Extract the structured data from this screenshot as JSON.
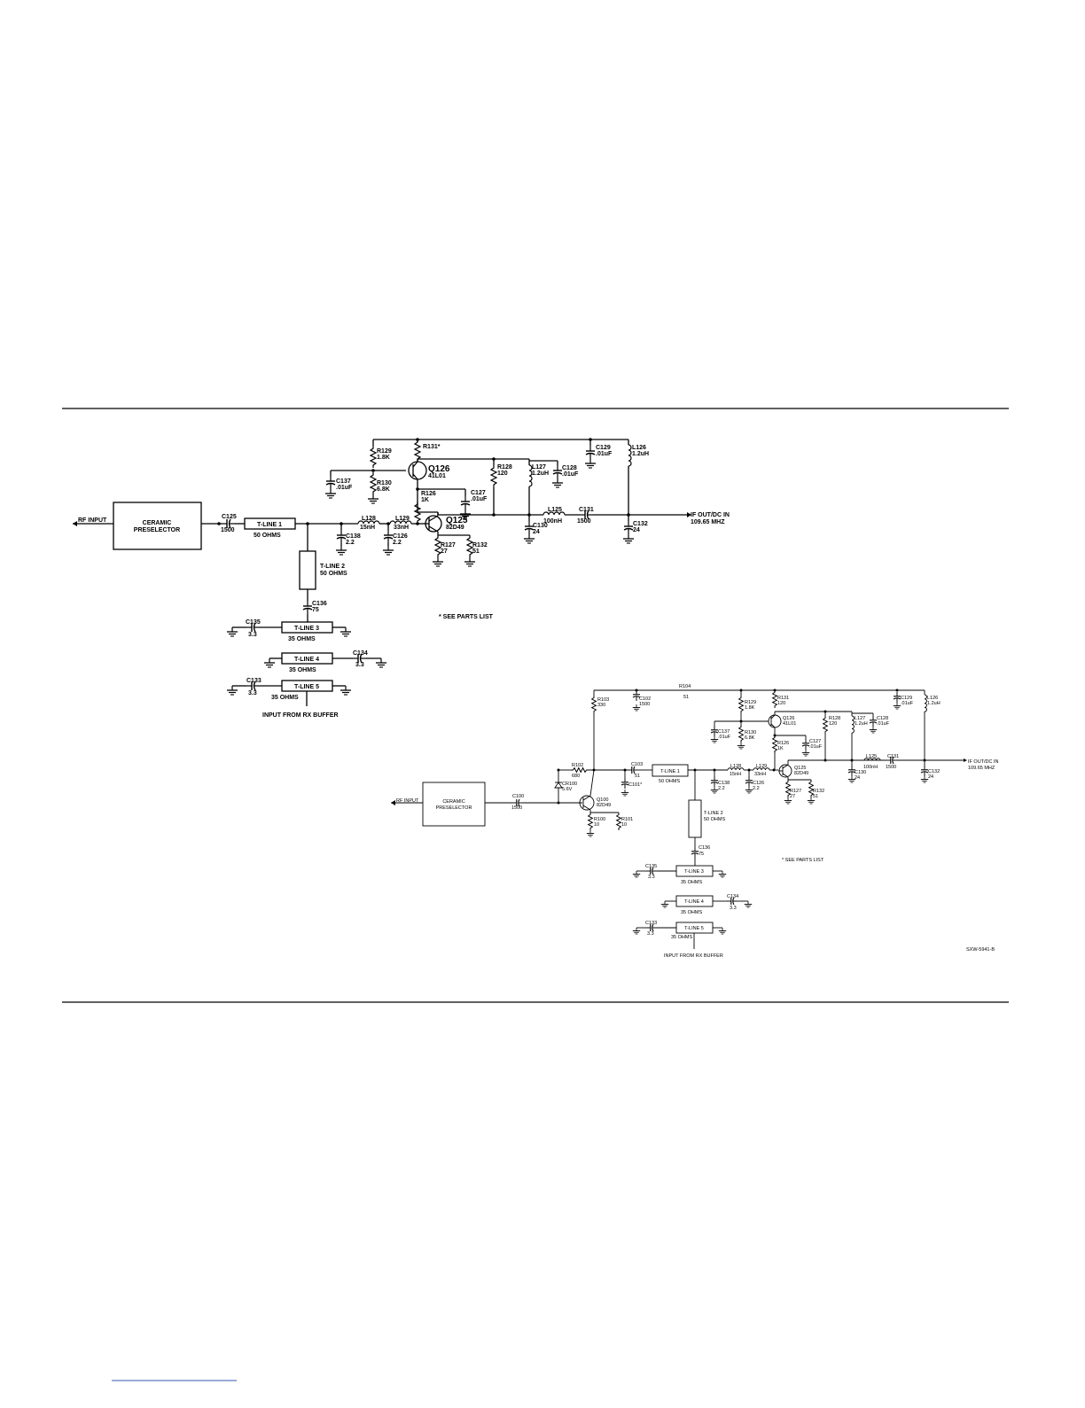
{
  "top": {
    "rf_input": "RF INPUT",
    "preselector": [
      "CERAMIC",
      "PRESELECTOR"
    ],
    "c125": [
      "C125",
      "1500"
    ],
    "tline1": "T-LINE 1",
    "tline1_imp": "50 OHMS",
    "tline2": [
      "T-LINE 2",
      "50 OHMS"
    ],
    "c136": [
      "C136",
      "75"
    ],
    "c135": [
      "C135",
      "3.3"
    ],
    "tline3": "T-LINE 3",
    "tline3_imp": "35 OHMS",
    "tline4": "T-LINE 4",
    "tline4_imp": "35 OHMS",
    "c134": [
      "C134",
      "3.3"
    ],
    "c133": [
      "C133",
      "3.3"
    ],
    "tline5": "T-LINE 5",
    "tline5_imp": "35 OHMS",
    "rx_buffer": "INPUT FROM RX BUFFER",
    "r131": "R131*",
    "r129": [
      "R129",
      "1.8K"
    ],
    "r130": [
      "R130",
      "6.8K"
    ],
    "c137": [
      "C137",
      ".01uF"
    ],
    "q126": "Q126",
    "q126_part": "41L01",
    "r126": [
      "R126",
      "1K"
    ],
    "c127": [
      "C127",
      ".01uF"
    ],
    "r128": [
      "R128",
      "120"
    ],
    "l127": [
      "L127",
      "1.2uH"
    ],
    "c128": [
      "C128",
      ".01uF"
    ],
    "c129": [
      "C129",
      ".01uF"
    ],
    "l126": [
      "L126",
      "1.2uH"
    ],
    "l128": [
      "L128",
      "15nH"
    ],
    "l129": [
      "L129",
      "33nH"
    ],
    "q125": "Q125",
    "q125_part": "82D49",
    "c138": [
      "C138",
      "2.2"
    ],
    "c126": [
      "C126",
      "2.2"
    ],
    "r127": [
      "R127",
      "27"
    ],
    "r132": [
      "R132",
      "51"
    ],
    "l125": [
      "L125",
      "100nH"
    ],
    "c131": [
      "C131",
      "1500"
    ],
    "c130": [
      "C130",
      "24"
    ],
    "c132": [
      "C132",
      "24"
    ],
    "if_out": [
      "IF OUT/DC IN",
      "109.65 MHZ"
    ],
    "note": "* SEE PARTS LIST"
  },
  "bottom": {
    "rf_input": "RF INPUT",
    "preselector": [
      "CERAMIC",
      "PRESELECTOR"
    ],
    "c100": [
      "C100",
      "1500"
    ],
    "cr100": [
      "CR100",
      "5.6V"
    ],
    "r102": [
      "R102",
      "680"
    ],
    "r103": [
      "R103",
      "330"
    ],
    "c102": [
      "C102",
      "1500"
    ],
    "r104": [
      "R104",
      "51"
    ],
    "q100": [
      "Q100",
      "82D49"
    ],
    "r100": [
      "R100",
      "10"
    ],
    "r101": [
      "R101",
      "10"
    ],
    "c103": [
      "C103",
      "51"
    ],
    "c101": "C101*",
    "tline1": "T-LINE 1",
    "tline1_imp": "50 OHMS",
    "tline2": [
      "T-LINE 2",
      "50 OHMS"
    ],
    "c136": [
      "C136",
      "75"
    ],
    "c135": [
      "C135",
      "3.3"
    ],
    "tline3": "T-LINE 3",
    "tline3_imp": "35 OHMS",
    "tline4": "T-LINE 4",
    "tline4_imp": "35 OHMS",
    "c134": [
      "C134",
      "3.3"
    ],
    "c133": [
      "C133",
      "3.3"
    ],
    "tline5": "T-LINE 5",
    "tline5_imp": "35 OHMS",
    "rx_buffer": "INPUT FROM RX BUFFER",
    "r129": [
      "R129",
      "1.8K"
    ],
    "r130": [
      "R130",
      "6.8K"
    ],
    "c137": [
      "C137",
      ".01uF"
    ],
    "r131": [
      "R131",
      "120"
    ],
    "q126": [
      "Q126",
      "41L01"
    ],
    "r126": [
      "R126",
      "1K"
    ],
    "c127": [
      "C127",
      ".01uF"
    ],
    "r128": [
      "R128",
      "120"
    ],
    "l127": [
      "L127",
      "1.2uH"
    ],
    "c128": [
      "C128",
      ".01uF"
    ],
    "c129": [
      "C129",
      ".01uF"
    ],
    "l126": [
      "L126",
      "1.2uH"
    ],
    "l128": [
      "L128",
      "15nH"
    ],
    "l129": [
      "L129",
      "33nH"
    ],
    "q125": [
      "Q125",
      "82D49"
    ],
    "c138": [
      "C138",
      "2.2"
    ],
    "c126": [
      "C126",
      "2.2"
    ],
    "r127": [
      "R127",
      "27"
    ],
    "r132": [
      "R132",
      "51"
    ],
    "l125": [
      "L125",
      "100nH"
    ],
    "c131": [
      "C131",
      "1500"
    ],
    "c130": [
      "C130",
      "24"
    ],
    "c132": [
      "C132",
      "24"
    ],
    "if_out": [
      "IF OUT/DC IN",
      "109.65 MHZ"
    ],
    "note": "* SEE PARTS LIST",
    "drawing_no": "SXW-5941-B"
  }
}
